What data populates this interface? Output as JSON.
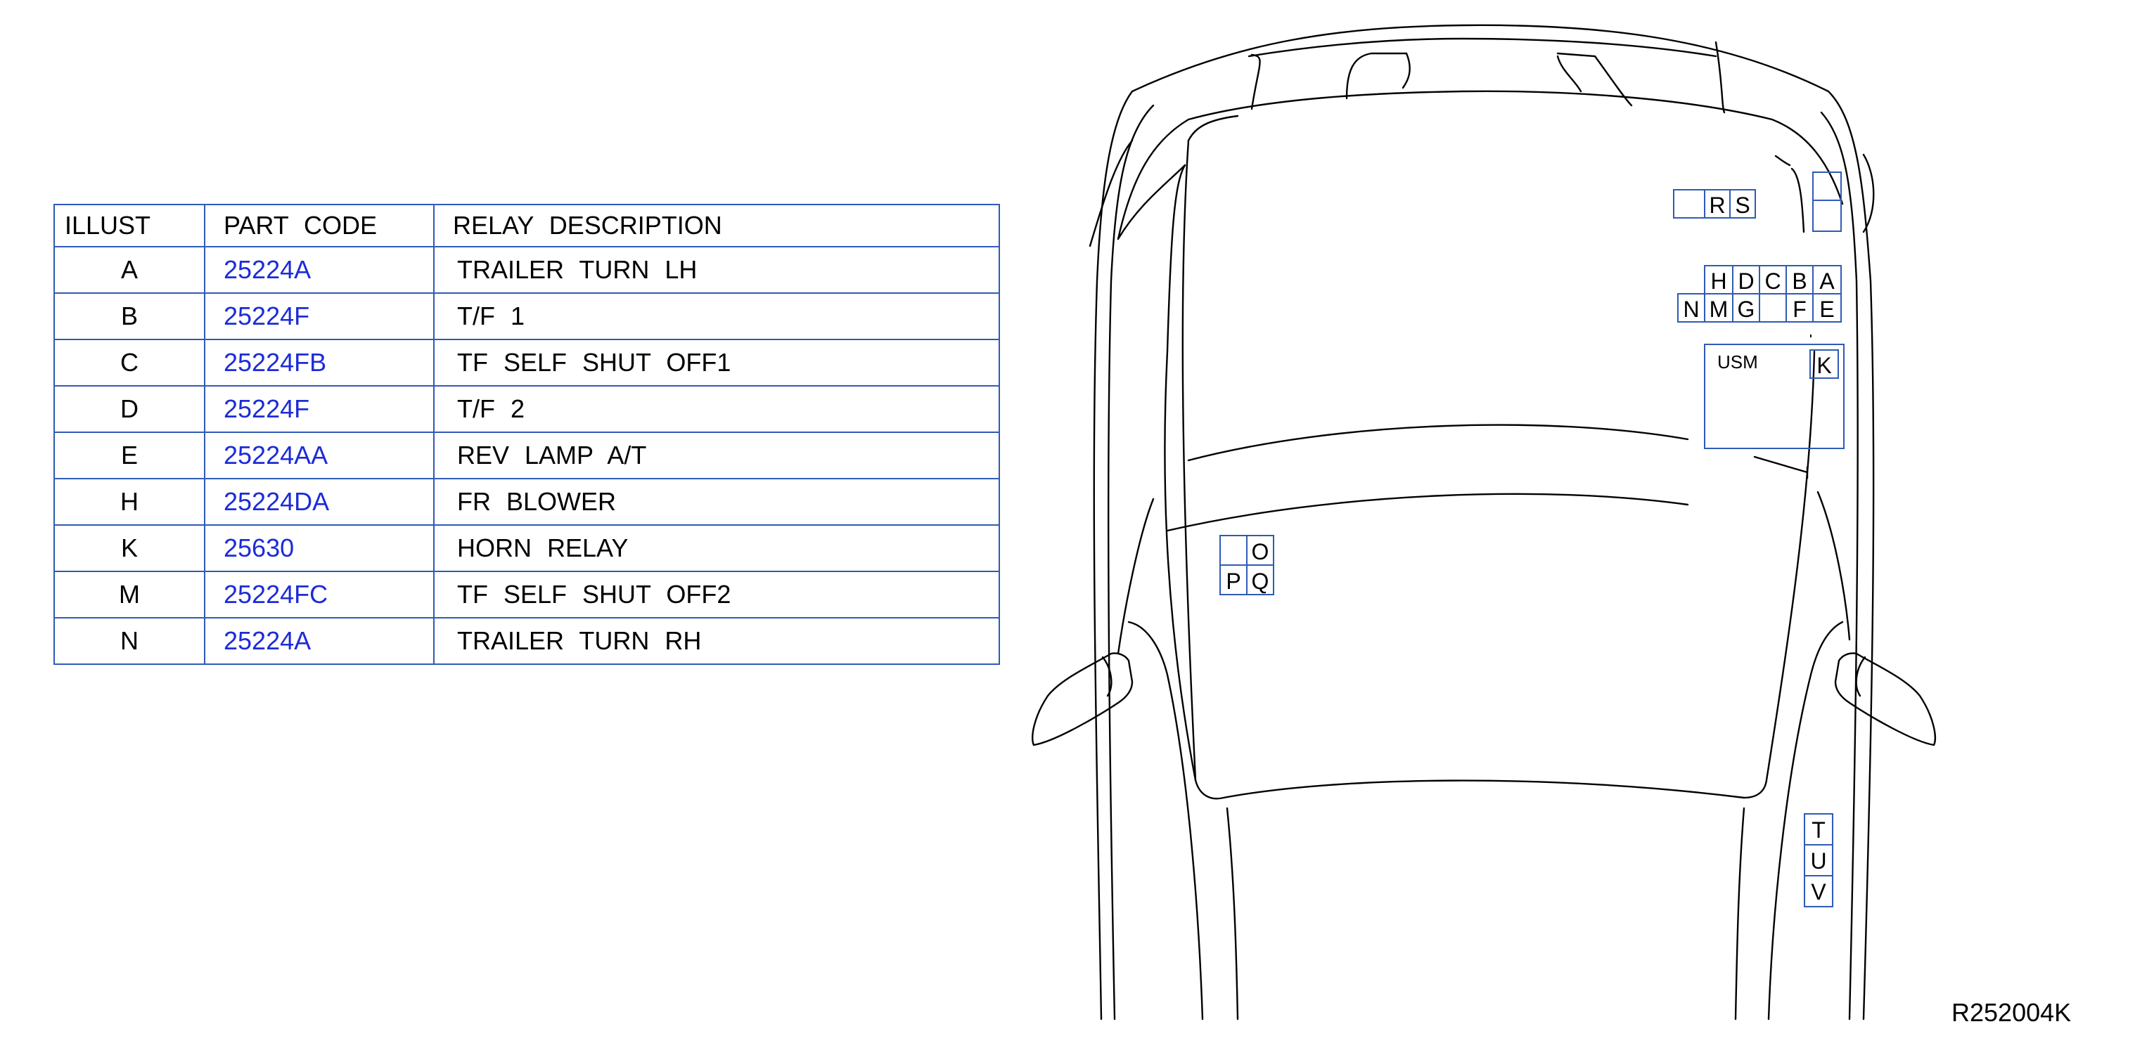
{
  "table": {
    "headers": [
      "ILLUST",
      "PART CODE",
      "RELAY DESCRIPTION"
    ],
    "rows": [
      {
        "illust": "A",
        "code": "25224A",
        "description": "TRAILER TURN LH"
      },
      {
        "illust": "B",
        "code": "25224F",
        "description": "T/F 1"
      },
      {
        "illust": "C",
        "code": "25224FB",
        "description": "TF SELF SHUT OFF1"
      },
      {
        "illust": "D",
        "code": "25224F",
        "description": "T/F 2"
      },
      {
        "illust": "E",
        "code": "25224AA",
        "description": "REV LAMP A/T"
      },
      {
        "illust": "H",
        "code": "25224DA",
        "description": "FR BLOWER"
      },
      {
        "illust": "K",
        "code": "25630",
        "description": "HORN RELAY"
      },
      {
        "illust": "M",
        "code": "25224FC",
        "description": "TF SELF SHUT OFF2"
      },
      {
        "illust": "N",
        "code": "25224A",
        "description": "TRAILER TURN RH"
      }
    ]
  },
  "diagram": {
    "usm_label": "USM",
    "letters": {
      "R": "R",
      "S": "S",
      "H": "H",
      "D": "D",
      "C": "C",
      "B": "B",
      "A": "A",
      "N": "N",
      "M": "M",
      "G": "G",
      "F": "F",
      "E": "E",
      "K": "K",
      "O": "O",
      "P": "P",
      "Q": "Q",
      "T": "T",
      "U": "U",
      "V": "V"
    }
  },
  "reference_code": "R252004K",
  "colors": {
    "grid_border": "#2f5bb5",
    "part_code": "#1c2bd8",
    "outline": "#000000"
  }
}
